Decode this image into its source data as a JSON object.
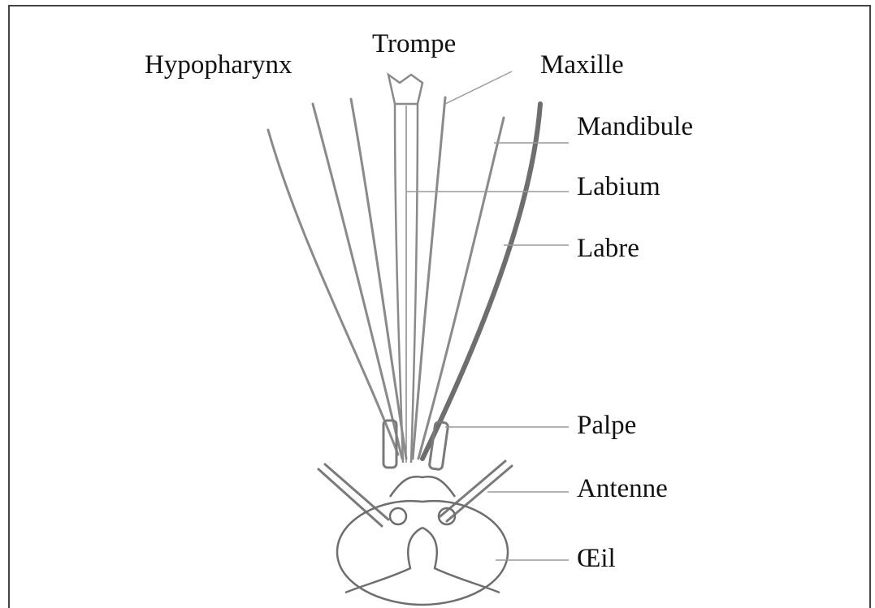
{
  "diagram": {
    "labels": {
      "hypopharynx": "Hypopharynx",
      "trompe": "Trompe",
      "maxille": "Maxille",
      "mandibule": "Mandibule",
      "labium": "Labium",
      "labre": "Labre",
      "palpe": "Palpe",
      "antenne": "Antenne",
      "oeil": "Œil"
    },
    "colors": {
      "ink": "#111111",
      "stroke": "#8a8a8a",
      "frame": "#444444"
    }
  }
}
